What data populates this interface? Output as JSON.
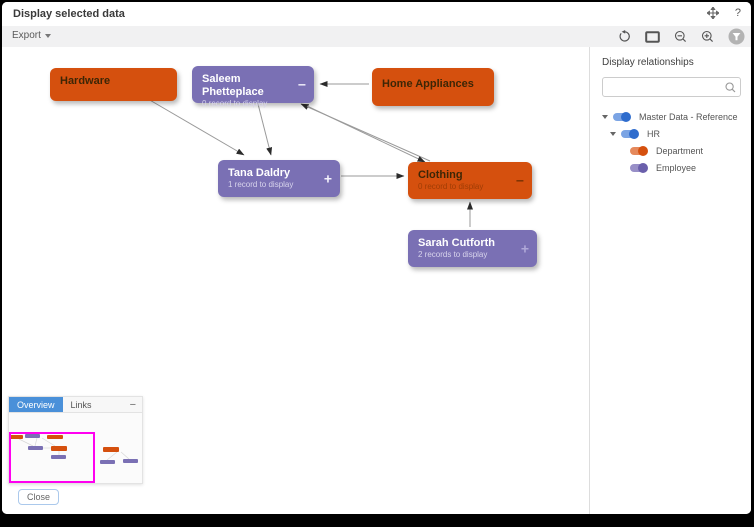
{
  "window": {
    "title": "Display selected data",
    "help_label": "?",
    "icons": [
      "move-icon",
      "help-icon"
    ]
  },
  "toolbar": {
    "export_label": "Export",
    "icon_names": [
      "undo-icon",
      "fit-screen-icon",
      "zoom-out-icon",
      "zoom-in-icon",
      "filter-icon"
    ]
  },
  "graph": {
    "nodes": [
      {
        "label": "Hardware",
        "sub": "",
        "action": "",
        "type": "department"
      },
      {
        "label": "Saleem Phetteplace",
        "sub": "0 record to display",
        "action": "−",
        "type": "employee"
      },
      {
        "label": "Home Appliances",
        "sub": "",
        "action": "",
        "type": "department"
      },
      {
        "label": "Tana Daldry",
        "sub": "1 record to display",
        "action": "+",
        "type": "employee"
      },
      {
        "label": "Clothing",
        "sub": "0 record to display",
        "action": "−",
        "type": "department"
      },
      {
        "label": "Sarah Cutforth",
        "sub": "2 records to display",
        "action": "+",
        "type": "employee"
      }
    ],
    "edges": [
      {
        "from": "Hardware",
        "to": "Tana Daldry"
      },
      {
        "from": "Saleem Phetteplace",
        "to": "Tana Daldry"
      },
      {
        "from": "Home Appliances",
        "to": "Saleem Phetteplace"
      },
      {
        "from": "Clothing",
        "to": "Saleem Phetteplace"
      },
      {
        "from": "Saleem Phetteplace",
        "to": "Clothing"
      },
      {
        "from": "Tana Daldry",
        "to": "Clothing"
      },
      {
        "from": "Sarah Cutforth",
        "to": "Clothing"
      }
    ]
  },
  "sidebar": {
    "title": "Display relationships",
    "search_placeholder": "",
    "search_icon": "search-icon",
    "tree": [
      {
        "label": "Master Data - Reference",
        "toggle_color": "blue",
        "expanded": true,
        "level": 0
      },
      {
        "label": "HR",
        "toggle_color": "blue",
        "expanded": true,
        "level": 1
      },
      {
        "label": "Department",
        "toggle_color": "orange",
        "level": 2
      },
      {
        "label": "Employee",
        "toggle_color": "purple",
        "level": 2
      }
    ]
  },
  "minimap": {
    "tabs": [
      {
        "label": "Overview",
        "active": true
      },
      {
        "label": "Links",
        "active": false
      }
    ],
    "minimize_label": "−",
    "close_label": "Close"
  },
  "colors": {
    "department_orange": "#d5500e",
    "employee_purple": "#7a70b4",
    "active_tab_blue": "#4a90d9",
    "viewport_magenta": "#ff00f0"
  }
}
